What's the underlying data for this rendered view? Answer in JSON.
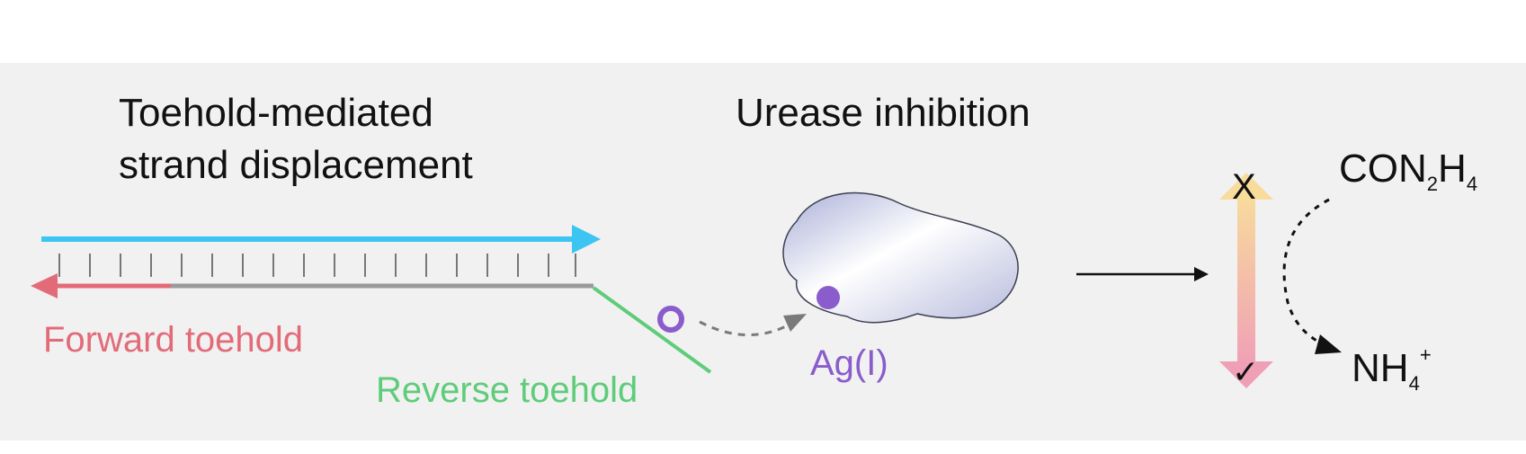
{
  "titles": {
    "toehold_line1": "Toehold-mediated",
    "toehold_line2": "strand displacement",
    "urease": "Urease inhibition"
  },
  "strand_labels": {
    "forward": "Forward toehold",
    "reverse": "Reverse toehold",
    "silver": "Ag(I)"
  },
  "chemistry": {
    "urea_c": "CON",
    "urea_sub1": "2",
    "urea_h": "H",
    "urea_sub2": "4",
    "ammonium_nh": "NH",
    "ammonium_sub": "4",
    "ammonium_sup": "+"
  },
  "outcome_marks": {
    "blocked": "X",
    "allowed": "✓"
  },
  "colors": {
    "forward_strand": "#e36b78",
    "top_strand": "#3cc4f2",
    "reverse_strand": "#5fcc7a",
    "silver_ion": "#8a5ccc",
    "enzyme": "#c9cbe6",
    "panel_bg": "#f1f1f1"
  }
}
